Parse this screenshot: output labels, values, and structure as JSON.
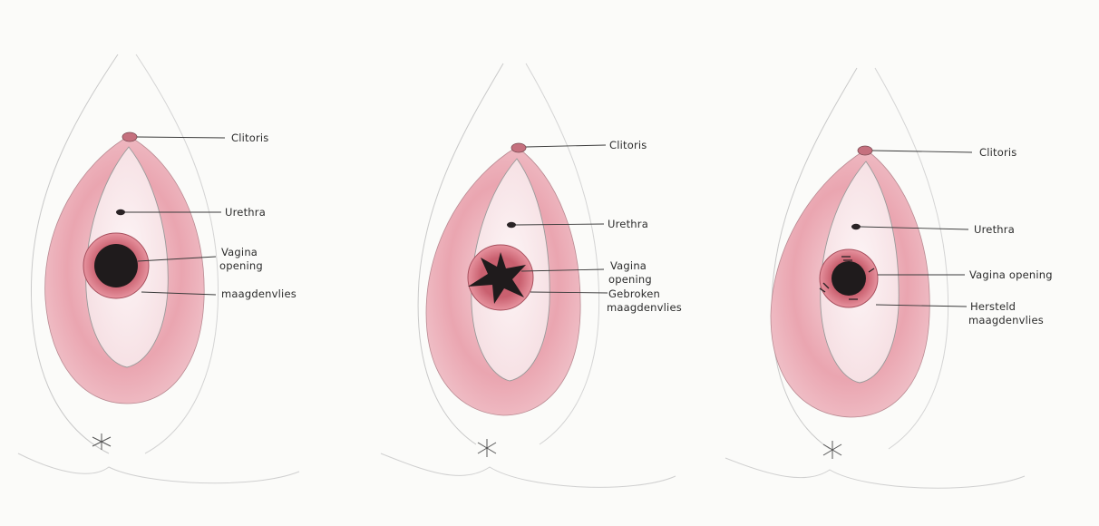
{
  "panels": [
    {
      "id": "intact",
      "labels": {
        "clitoris": "Clitoris",
        "urethra": "Urethra",
        "vagina_line1": "Vagina",
        "vagina_line2": "opening",
        "hymen": "maagdenvlies"
      }
    },
    {
      "id": "broken",
      "labels": {
        "clitoris": "Clitoris",
        "urethra": "Urethra",
        "vagina_line1": "Vagina",
        "vagina_line2": "opening",
        "hymen_line1": "Gebroken",
        "hymen_line2": "maagdenvlies"
      }
    },
    {
      "id": "restored",
      "labels": {
        "clitoris": "Clitoris",
        "urethra": "Urethra",
        "vagina": "Vagina opening",
        "hymen_line1": "Hersteld",
        "hymen_line2": "maagdenvlies"
      }
    }
  ],
  "colors": {
    "paper": "#fbfbf9",
    "labia": "#e9a3ae",
    "labia_light": "#f3cdd3",
    "inner": "#fbeef0",
    "hymen": "#d97a89",
    "opening": "#1f1b1c",
    "pencil": "#7d7d7d"
  }
}
